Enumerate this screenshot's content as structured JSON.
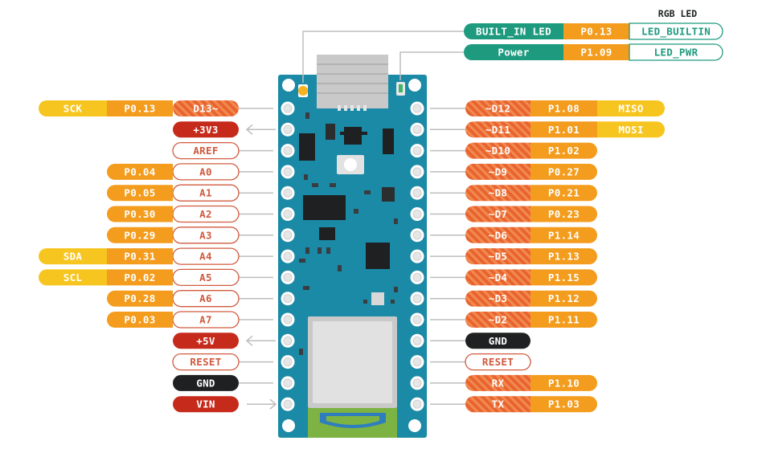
{
  "colors": {
    "board": "#1b8aa6",
    "orange": "#f39c1d",
    "yellow": "#f7c51f",
    "red": "#c52a1b",
    "black": "#1e2021",
    "teal": "#1e9b7f",
    "outline_text": "#d05a3e",
    "teal_outline_text": "#1e9b7f"
  },
  "header": {
    "rgb_led": "RGB LED"
  },
  "top_rows": [
    {
      "label": "BUILT_IN LED",
      "port": "P0.13",
      "name": "LED_BUILTIN"
    },
    {
      "label": "Power",
      "port": "P1.09",
      "name": "LED_PWR"
    }
  ],
  "left_pins": [
    {
      "pin": "D13~",
      "pin_style": "hatch",
      "port": "P0.13",
      "extra": "SCK",
      "arrow": ""
    },
    {
      "pin": "+3V3",
      "pin_style": "red",
      "port": "",
      "extra": "",
      "arrow": "out"
    },
    {
      "pin": "AREF",
      "pin_style": "outline",
      "port": "",
      "extra": "",
      "arrow": ""
    },
    {
      "pin": "A0",
      "pin_style": "outline",
      "port": "P0.04",
      "extra": "",
      "arrow": ""
    },
    {
      "pin": "A1",
      "pin_style": "outline",
      "port": "P0.05",
      "extra": "",
      "arrow": ""
    },
    {
      "pin": "A2",
      "pin_style": "outline",
      "port": "P0.30",
      "extra": "",
      "arrow": ""
    },
    {
      "pin": "A3",
      "pin_style": "outline",
      "port": "P0.29",
      "extra": "",
      "arrow": ""
    },
    {
      "pin": "A4",
      "pin_style": "outline",
      "port": "P0.31",
      "extra": "SDA",
      "arrow": ""
    },
    {
      "pin": "A5",
      "pin_style": "outline",
      "port": "P0.02",
      "extra": "SCL",
      "arrow": ""
    },
    {
      "pin": "A6",
      "pin_style": "outline",
      "port": "P0.28",
      "extra": "",
      "arrow": ""
    },
    {
      "pin": "A7",
      "pin_style": "outline",
      "port": "P0.03",
      "extra": "",
      "arrow": ""
    },
    {
      "pin": "+5V",
      "pin_style": "red",
      "port": "",
      "extra": "",
      "arrow": "out"
    },
    {
      "pin": "RESET",
      "pin_style": "outline",
      "port": "",
      "extra": "",
      "arrow": ""
    },
    {
      "pin": "GND",
      "pin_style": "black",
      "port": "",
      "extra": "",
      "arrow": ""
    },
    {
      "pin": "VIN",
      "pin_style": "red",
      "port": "",
      "extra": "",
      "arrow": "in"
    }
  ],
  "right_pins": [
    {
      "pin": "~D12",
      "pin_style": "hatch",
      "port": "P1.08",
      "extra": "MISO"
    },
    {
      "pin": "~D11",
      "pin_style": "hatch",
      "port": "P1.01",
      "extra": "MOSI"
    },
    {
      "pin": "~D10",
      "pin_style": "hatch",
      "port": "P1.02",
      "extra": ""
    },
    {
      "pin": "~D9",
      "pin_style": "hatch",
      "port": "P0.27",
      "extra": ""
    },
    {
      "pin": "~D8",
      "pin_style": "hatch",
      "port": "P0.21",
      "extra": ""
    },
    {
      "pin": "~D7",
      "pin_style": "hatch",
      "port": "P0.23",
      "extra": ""
    },
    {
      "pin": "~D6",
      "pin_style": "hatch",
      "port": "P1.14",
      "extra": ""
    },
    {
      "pin": "~D5",
      "pin_style": "hatch",
      "port": "P1.13",
      "extra": ""
    },
    {
      "pin": "~D4",
      "pin_style": "hatch",
      "port": "P1.15",
      "extra": ""
    },
    {
      "pin": "~D3",
      "pin_style": "hatch",
      "port": "P1.12",
      "extra": ""
    },
    {
      "pin": "~D2",
      "pin_style": "hatch",
      "port": "P1.11",
      "extra": ""
    },
    {
      "pin": "GND",
      "pin_style": "black",
      "port": "",
      "extra": ""
    },
    {
      "pin": "RESET",
      "pin_style": "outline",
      "port": "",
      "extra": ""
    },
    {
      "pin": "RX",
      "pin_style": "hatch",
      "port": "P1.10",
      "extra": ""
    },
    {
      "pin": "TX",
      "pin_style": "hatch",
      "port": "P1.03",
      "extra": ""
    }
  ]
}
